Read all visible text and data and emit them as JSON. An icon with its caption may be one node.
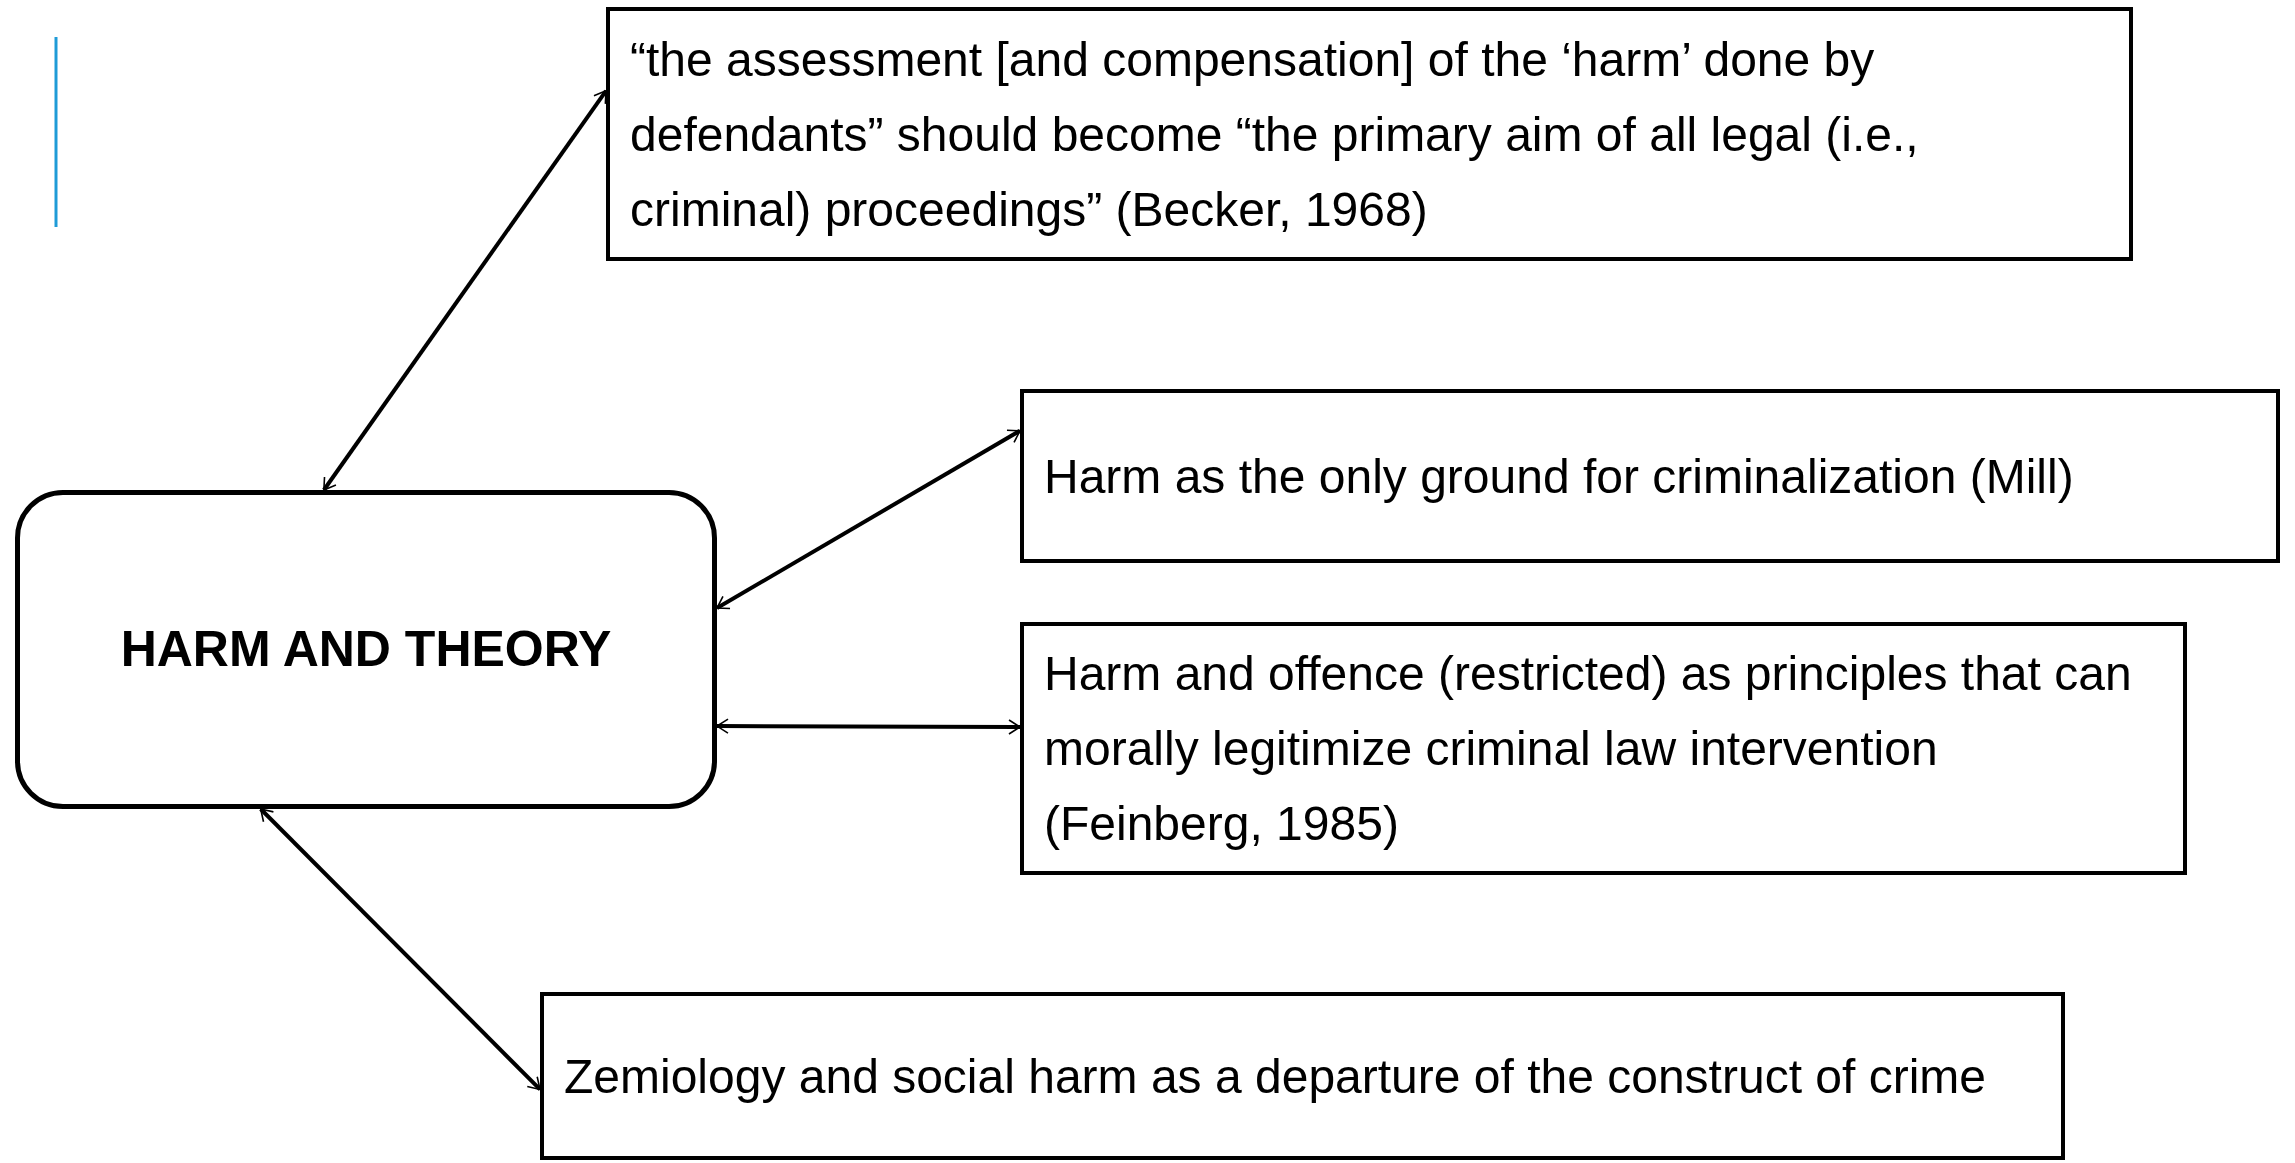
{
  "diagram": {
    "nodes": [
      {
        "text": [
          "“the assessment [and compensation] of the ‘harm’ done by defendants” should become “the primary aim of all legal (i.e., criminal) proceedings” (Becker, 1968)"
        ]
      },
      {
        "text": [
          "Harm as the only ground for criminalization (Mill)"
        ]
      },
      {
        "text": [
          "HARM AND THEORY"
        ]
      },
      {
        "text": [
          "Harm and offence (restricted) as principles that can morally legitimize criminal law intervention (Feinberg, 1985)"
        ]
      },
      {
        "text": [
          "Zemiology and social harm as a departure of the construct of crime"
        ]
      }
    ],
    "edges": [
      {
        "from": 2,
        "to": 0,
        "arrow": "both"
      },
      {
        "from": 2,
        "to": 1,
        "arrow": "both"
      },
      {
        "from": 2,
        "to": 3,
        "arrow": "both"
      },
      {
        "from": 2,
        "to": 4,
        "arrow": "both"
      }
    ]
  }
}
